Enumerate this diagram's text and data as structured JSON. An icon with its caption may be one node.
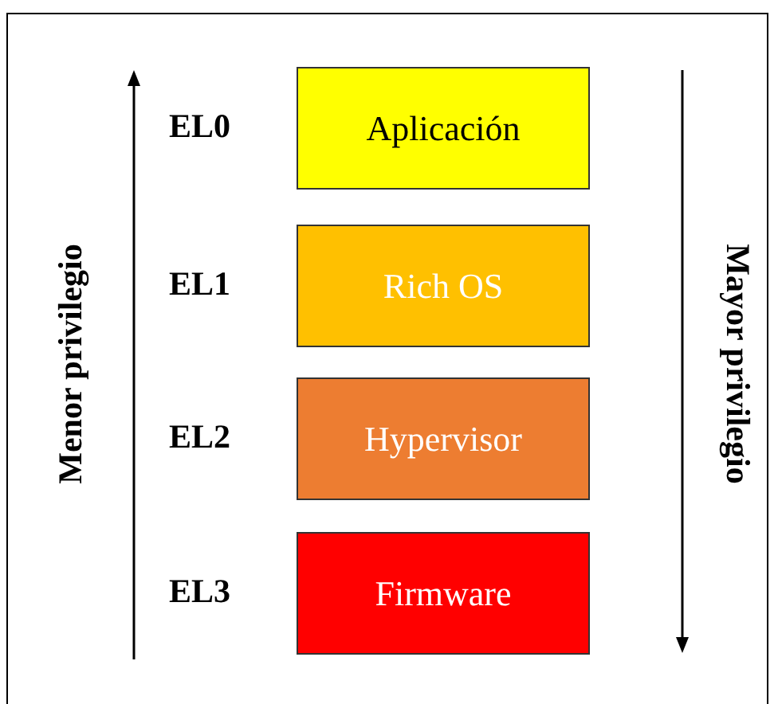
{
  "diagram": {
    "nodes": [
      {
        "text": [
          "Aplicación"
        ],
        "beside": [
          "EL0"
        ]
      },
      {
        "text": [
          "Rich OS"
        ],
        "beside": [
          "EL1"
        ]
      },
      {
        "text": [
          "Hypervisor"
        ],
        "beside": [
          "EL2"
        ]
      },
      {
        "text": [
          "Firmware"
        ],
        "beside": [
          "EL3"
        ]
      }
    ],
    "labels": [
      "Menor privilegio",
      "Mayor privilegio"
    ]
  }
}
